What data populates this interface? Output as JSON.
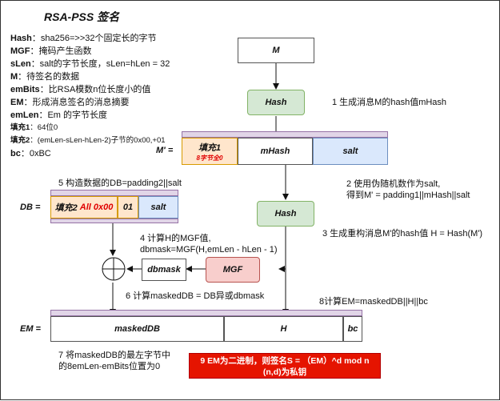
{
  "title": "RSA-PSS 签名",
  "legend": [
    {
      "key": "Hash",
      "text": "：sha256=>>32个固定长的字节"
    },
    {
      "key": "MGF",
      "text": "：掩码产生函数"
    },
    {
      "key": "sLen",
      "text": "：salt的字节长度，sLen=hLen = 32"
    },
    {
      "key": "M",
      "text": "：待签名的数据"
    },
    {
      "key": "emBits",
      "text": "：比RSA模数n位长度小的值"
    },
    {
      "key": "EM",
      "text": "：形成消息签名的消息摘要"
    },
    {
      "key": "emLen",
      "text": "：Em 的字节长度"
    },
    {
      "key": "填充1",
      "text": "：64位0"
    },
    {
      "key": "填充2",
      "text": "：(emLen-sLen-hLen-2)子节的0x00,+01"
    },
    {
      "key": "bc",
      "text": "：0xBC"
    }
  ],
  "boxes": {
    "m": "M",
    "hash": "Hash",
    "padding1": "填充1",
    "padding1_sub": "8字节全0",
    "mhash": "mHash",
    "salt": "salt",
    "padding2": "填充2",
    "padding2_sub": "All 0x00",
    "sep": "01",
    "dbmask": "dbmask",
    "mgf": "MGF",
    "maskeddb": "maskedDB",
    "h": "H",
    "bc": "bc"
  },
  "labels": {
    "mprime": "M' =",
    "db": "DB =",
    "em": "EM ="
  },
  "steps": {
    "s1": "1 生成消息M的hash值mHash",
    "s2a": "2 使用伪随机数作为salt,",
    "s2b": "得到M' = padding1||mHash||salt",
    "s3": "3 生成重构消息M'的hash值  H = Hash(M')",
    "s4a": "4 计算H的MGF值,",
    "s4b": "dbmask=MGF(H,emLen - hLen - 1)",
    "s5": "5 构造数据的DB=padding2||salt",
    "s6": "6 计算maskedDB = DB异或dbmask",
    "s7a": "7 将maskedDB的最左字节中",
    "s7b": "的8emLen-emBits位置为0",
    "s8": "8计算EM=maskedDB||H||bc",
    "s9a": "9 EM为二进制，则签名S = （EM）^d mod n",
    "s9b": "(n,d)为私钥"
  },
  "colors": {
    "hash_fill": "#d5e8d4",
    "salt_fill": "#dae8fc",
    "padding_fill": "#ffe6cc",
    "mgf_fill": "#f8cecc",
    "band_fill": "#e1d5e7",
    "note_fill": "#e51400",
    "highlight_text": "#e00000"
  }
}
